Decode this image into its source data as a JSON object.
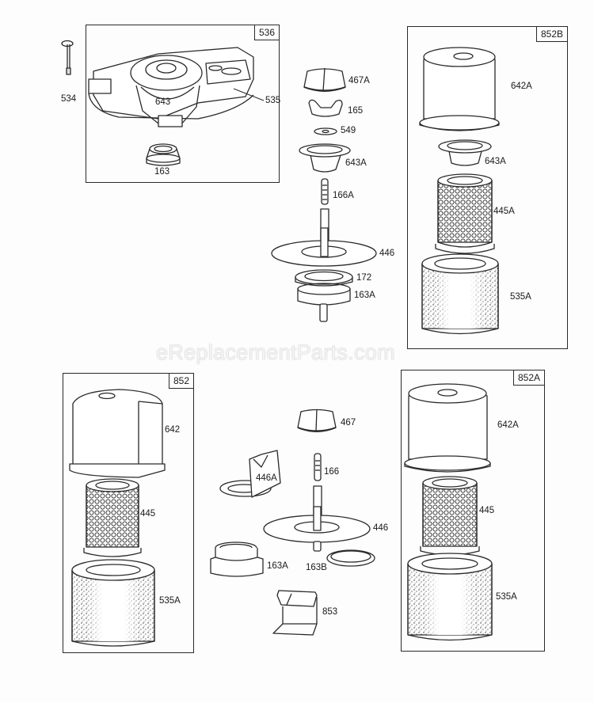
{
  "watermark": "eReplacementParts.com",
  "groups": {
    "g536": {
      "tag": "536",
      "parts": {
        "p643": "643",
        "p535": "535"
      }
    },
    "g852B": {
      "tag": "852B",
      "parts": {
        "p642A": "642A",
        "p643A": "643A",
        "p445A": "445A",
        "p535A": "535A"
      }
    },
    "g852": {
      "tag": "852",
      "parts": {
        "p642": "642",
        "p445": "445",
        "p535A": "535A"
      }
    },
    "g852A": {
      "tag": "852A",
      "parts": {
        "p642A": "642A",
        "p445": "445",
        "p535A": "535A"
      }
    }
  },
  "loose_parts": {
    "p534": "534",
    "p163": "163",
    "p467A": "467A",
    "p165": "165",
    "p549": "549",
    "p643A": "643A",
    "p166A": "166A",
    "p446_top": "446",
    "p172": "172",
    "p163A_top": "163A",
    "p467": "467",
    "p446A": "446A",
    "p166": "166",
    "p446_bottom": "446",
    "p163A_bottom": "163A",
    "p163B": "163B",
    "p853": "853"
  },
  "colors": {
    "line": "#2a2a2a",
    "background": "#fdfdfd"
  }
}
